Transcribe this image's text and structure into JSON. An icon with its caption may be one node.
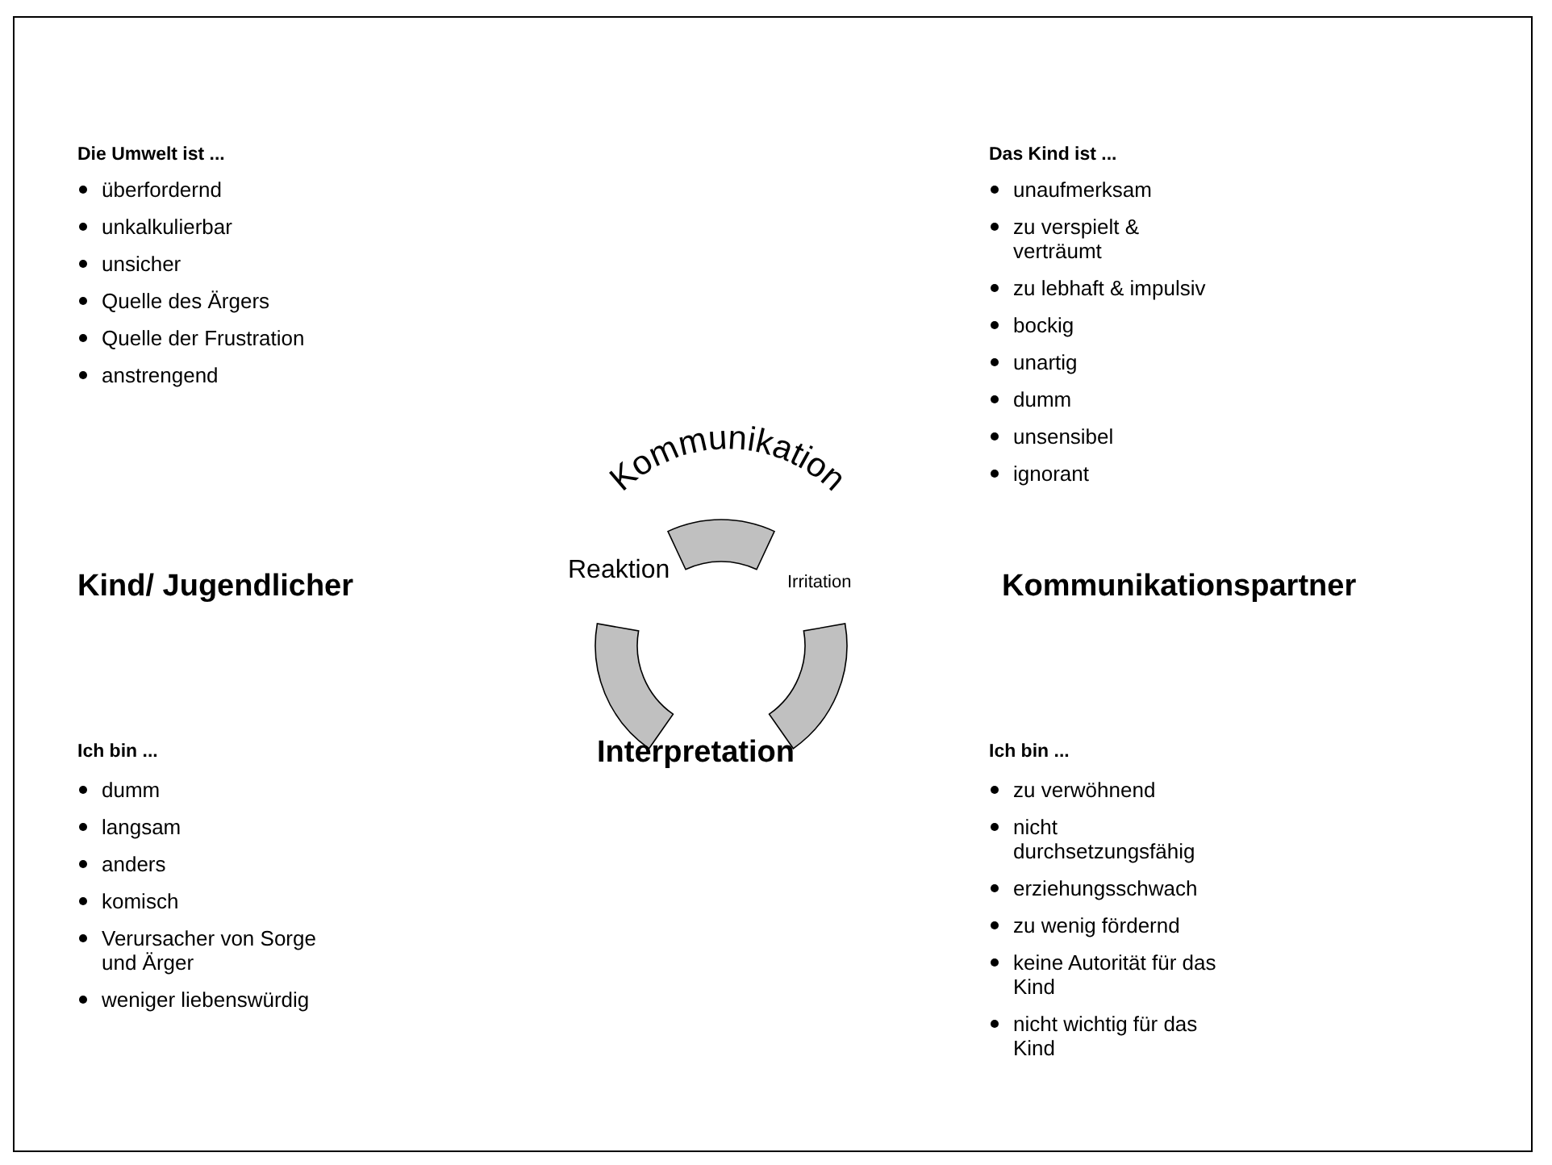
{
  "diagram": {
    "labels": [
      "Die Umwelt ist ...",
      "überfordernd",
      "unkalkulierbar",
      "unsicher",
      "Quelle des Ärgers",
      "Quelle der Frustration",
      "anstrengend",
      "Das Kind ist ...",
      "unaufmerksam",
      "zu verspielt & verträumt",
      "zu lebhaft & impulsiv",
      "bockig",
      "unartig",
      "dumm",
      "unsensibel",
      "ignorant",
      "Kommunikation",
      "Kind/ Jugendlicher",
      "Reaktion",
      "Irritation",
      "Kommunikationspartner",
      "Interpretation",
      "Ich bin ...",
      "dumm",
      "langsam",
      "anders",
      "komisch",
      "Verursacher von Sorge und Ärger",
      "weniger liebenswürdig",
      "Ich bin ...",
      "zu verwöhnend",
      "nicht durchsetzungsfähig",
      "erziehungsschwach",
      "zu wenig fördernd",
      "keine Autorität für das Kind",
      "nicht wichtig für das Kind"
    ]
  }
}
